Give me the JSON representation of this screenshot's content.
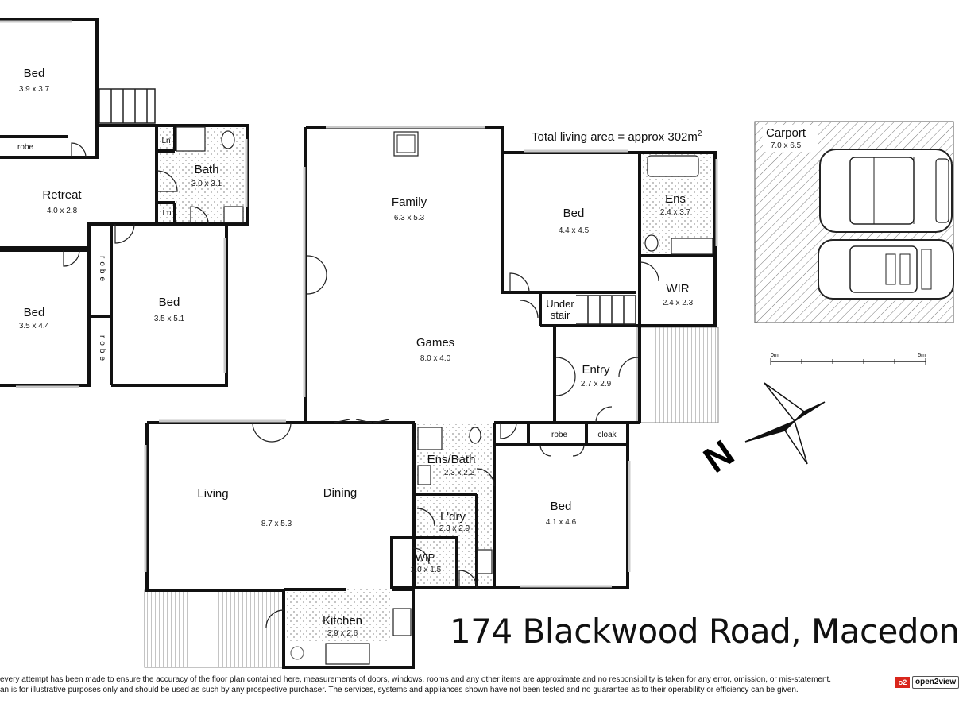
{
  "rooms": {
    "bed_nw": {
      "name": "Bed",
      "dims": "3.9 x 3.7"
    },
    "robe_nw": {
      "name": "robe"
    },
    "retreat": {
      "name": "Retreat",
      "dims": "4.0 x 2.8"
    },
    "bath": {
      "name": "Bath",
      "dims": "3.0 x 3.1"
    },
    "ln_top": {
      "name": "Ln"
    },
    "ln_bottom": {
      "name": "Ln"
    },
    "bed_w": {
      "name": "Bed",
      "dims": "3.5 x 4.4"
    },
    "robe_w1": {
      "name": "robe"
    },
    "robe_w2": {
      "name": "robe"
    },
    "bed_mid": {
      "name": "Bed",
      "dims": "3.5 x 5.1"
    },
    "family": {
      "name": "Family",
      "dims": "6.3 x 5.3"
    },
    "games": {
      "name": "Games",
      "dims": "8.0 x 4.0"
    },
    "bed_master": {
      "name": "Bed",
      "dims": "4.4 x 4.5"
    },
    "ens": {
      "name": "Ens",
      "dims": "2.4 x 3.7"
    },
    "wir": {
      "name": "WIR",
      "dims": "2.4 x 2.3"
    },
    "under_stair": {
      "name": "Under stair"
    },
    "entry": {
      "name": "Entry",
      "dims": "2.7 x 2.9"
    },
    "robe_entry": {
      "name": "robe"
    },
    "cloak": {
      "name": "cloak"
    },
    "living": {
      "name": "Living"
    },
    "dining": {
      "name": "Dining"
    },
    "living_dining_dims": "8.7 x 5.3",
    "ens_bath": {
      "name": "Ens/Bath",
      "dims": "2.3 x 2.2"
    },
    "laundry": {
      "name": "L'dry",
      "dims": "2.3 x 2.9"
    },
    "wip": {
      "name": "WIP",
      "dims": "2.0 x 1.5"
    },
    "kitchen": {
      "name": "Kitchen",
      "dims": "3.9 x 2.6"
    },
    "bed_se": {
      "name": "Bed",
      "dims": "4.1 x 4.6"
    },
    "carport": {
      "name": "Carport",
      "dims": "7.0 x 6.5"
    }
  },
  "total_area": {
    "label": "Total living area = approx 302m",
    "unit_sup": "2"
  },
  "scale_bar": {
    "start": "0m",
    "end": "5m"
  },
  "compass": {
    "letter": "N"
  },
  "address": "174 Blackwood Road, Macedon",
  "disclaimer": [
    "every attempt has been made to ensure the accuracy of the floor plan contained here, measurements of doors, windows, rooms and any other items are approximate and no responsibility is taken for any error, omission, or mis-statement.",
    "an is for illustrative purposes only and should be used as such by any prospective purchaser. The services, systems and appliances shown have not been tested and no guarantee as to their operability or efficiency can be given."
  ],
  "brand": {
    "logo": "o2",
    "text": "open2view"
  },
  "colors": {
    "wall": "#111111",
    "window": "#c9c9c9",
    "tile_dot": "#9a9a9a",
    "carport_hatch": "#7a7a7a",
    "deck_line": "#8a8a8a"
  }
}
